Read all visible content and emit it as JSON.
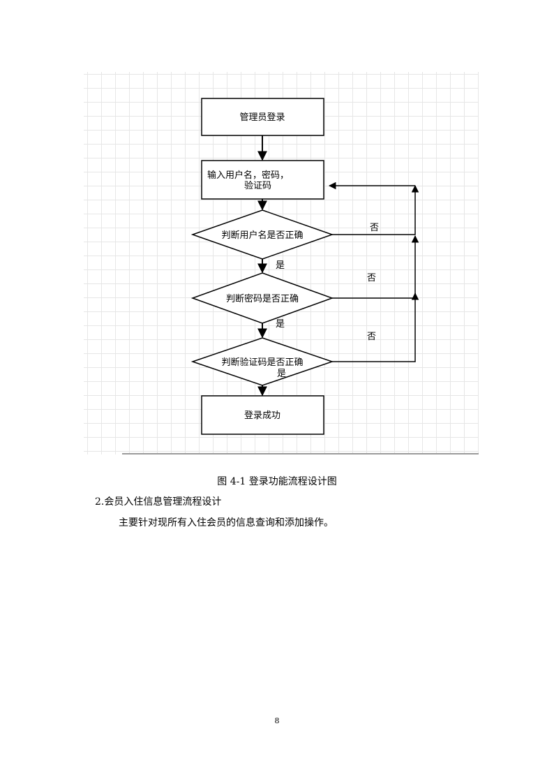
{
  "flowchart": {
    "nodes": {
      "start": "管理员登录",
      "input_line1": "输入用户名，密码，",
      "input_line2": "验证码",
      "check_username": "判断用户名是否正确",
      "check_password": "判断密码是否正确",
      "check_captcha": "判断验证码是否正确",
      "success": "登录成功"
    },
    "labels": {
      "yes": "是",
      "no": "否"
    }
  },
  "caption": "图 4-1 登录功能流程设计图",
  "section_heading": "2.会员入住信息管理流程设计",
  "paragraph": "主要针对现所有入住会员的信息查询和添加操作。",
  "page_number": "8"
}
